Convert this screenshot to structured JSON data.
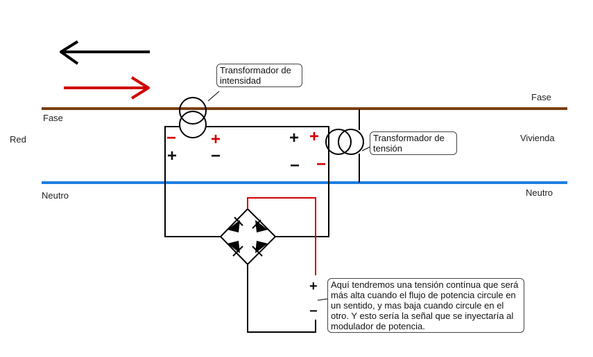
{
  "colors": {
    "fase_wire": "#7a3f10",
    "neutro_wire": "#1e7fe0",
    "arrow_upper": "#000000",
    "arrow_lower": "#d00000",
    "circuit_line": "#000000",
    "signal_line": "#d00000",
    "sign_red": "#d00000",
    "sign_black": "#111111"
  },
  "labels": {
    "fase_left": "Fase",
    "fase_right": "Fase",
    "neutro_left": "Neutro",
    "neutro_right": "Neutro",
    "red": "Red",
    "vivienda": "Vivienda"
  },
  "callouts": {
    "current_transformer": "Transformador de intensidad",
    "voltage_transformer": "Transformador de tensión",
    "explanation": "Aquí  tendremos una tensión contínua que será más alta cuando el flujo de potencia circule en un sentido, y mas baja cuando circule en el otro. Y esto sería la señal que se inyectaría al modulador de potencia."
  },
  "signs": {
    "plus": "+",
    "minus": "−"
  },
  "icons": {
    "current_transformer": "two-circle-coil-vertical",
    "voltage_transformer": "two-circle-coil-horizontal",
    "diode": "diode-triangle-bar",
    "direction_arrow": "arrow"
  }
}
